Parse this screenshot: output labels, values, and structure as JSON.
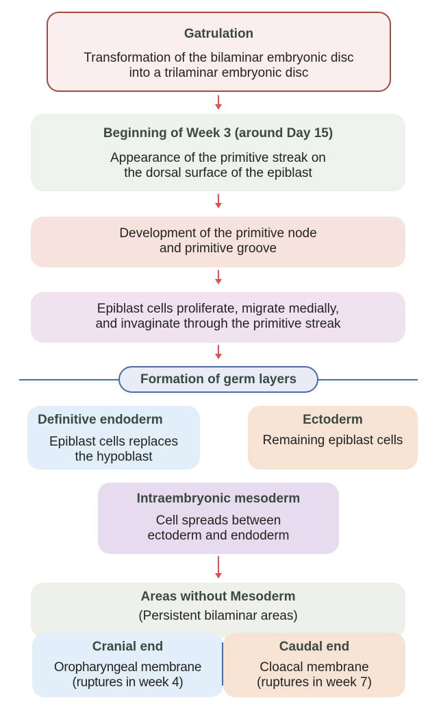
{
  "diagram": {
    "gastrulation": {
      "title": "Gatrulation",
      "body": "Transformation of the bilaminar embryonic disc\ninto a trilaminar embryonic disc"
    },
    "week3": {
      "title": "Beginning of Week 3 (around Day 15)",
      "body": "Appearance of the primitive streak on\nthe dorsal surface of the epiblast"
    },
    "node_groove": {
      "body": "Development of the primitive node\nand primitive groove"
    },
    "epiblast_migration": {
      "body": "Epiblast cells proliferate, migrate medially,\nand invaginate through the primitive streak"
    },
    "germ_layers_label": "Formation of germ layers",
    "endoderm": {
      "title": "Definitive endoderm",
      "body": "Epiblast cells replaces\nthe hypoblast"
    },
    "ectoderm": {
      "title": "Ectoderm",
      "body": "Remaining epiblast cells"
    },
    "mesoderm": {
      "title": "Intraembryonic mesoderm",
      "body": "Cell spreads between\nectoderm and endoderm"
    },
    "no_mesoderm": {
      "title": "Areas without Mesoderm",
      "body": "(Persistent bilaminar areas)"
    },
    "cranial": {
      "title": "Cranial end",
      "body": "Oropharyngeal membrane\n(ruptures in week 4)"
    },
    "caudal": {
      "title": "Caudal end",
      "body": "Cloacal membrane\n(ruptures in week 7)"
    }
  },
  "colors": {
    "arrow": "#e05252",
    "divider": "#4a6aa8"
  }
}
